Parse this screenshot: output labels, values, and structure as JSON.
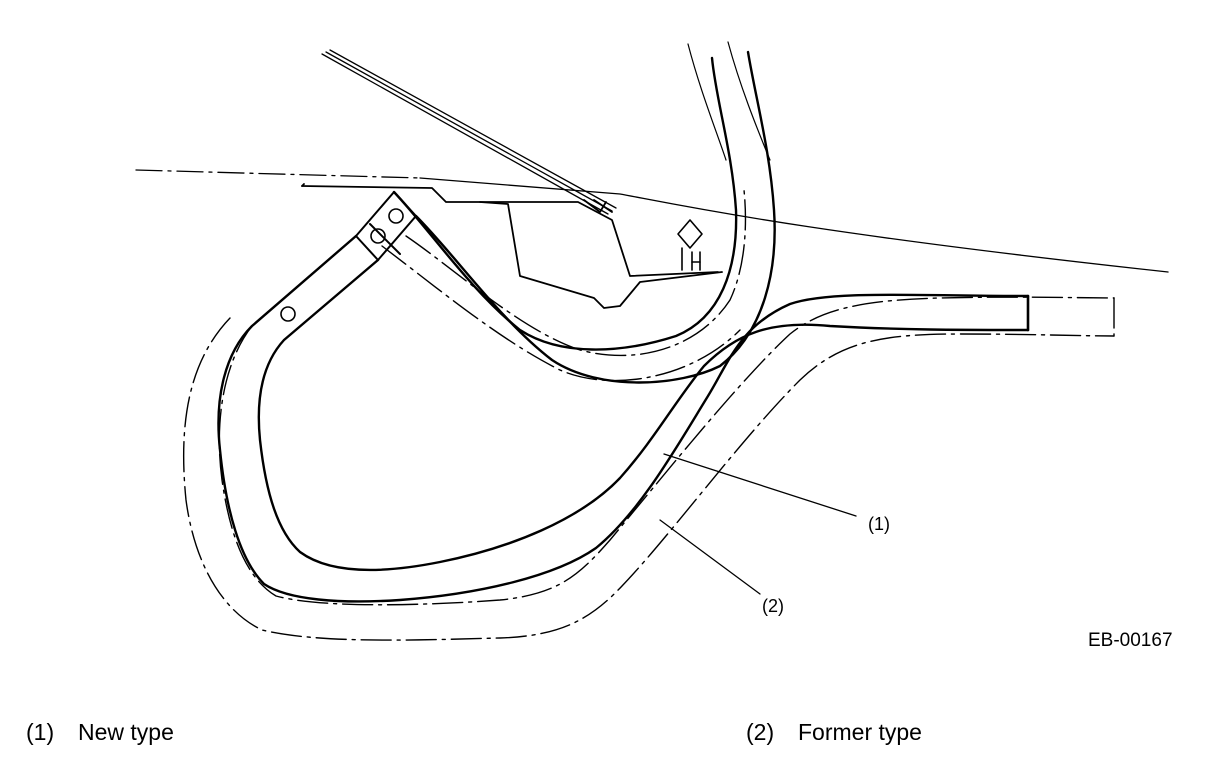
{
  "diagram": {
    "figure_code": "EB-00167",
    "callouts": {
      "new": "(1)",
      "former": "(2)"
    }
  },
  "legend": {
    "items": [
      {
        "number": "(1)",
        "label": "New type"
      },
      {
        "number": "(2)",
        "label": "Former type"
      }
    ]
  },
  "colors": {
    "line": "#000000",
    "background": "#ffffff"
  }
}
